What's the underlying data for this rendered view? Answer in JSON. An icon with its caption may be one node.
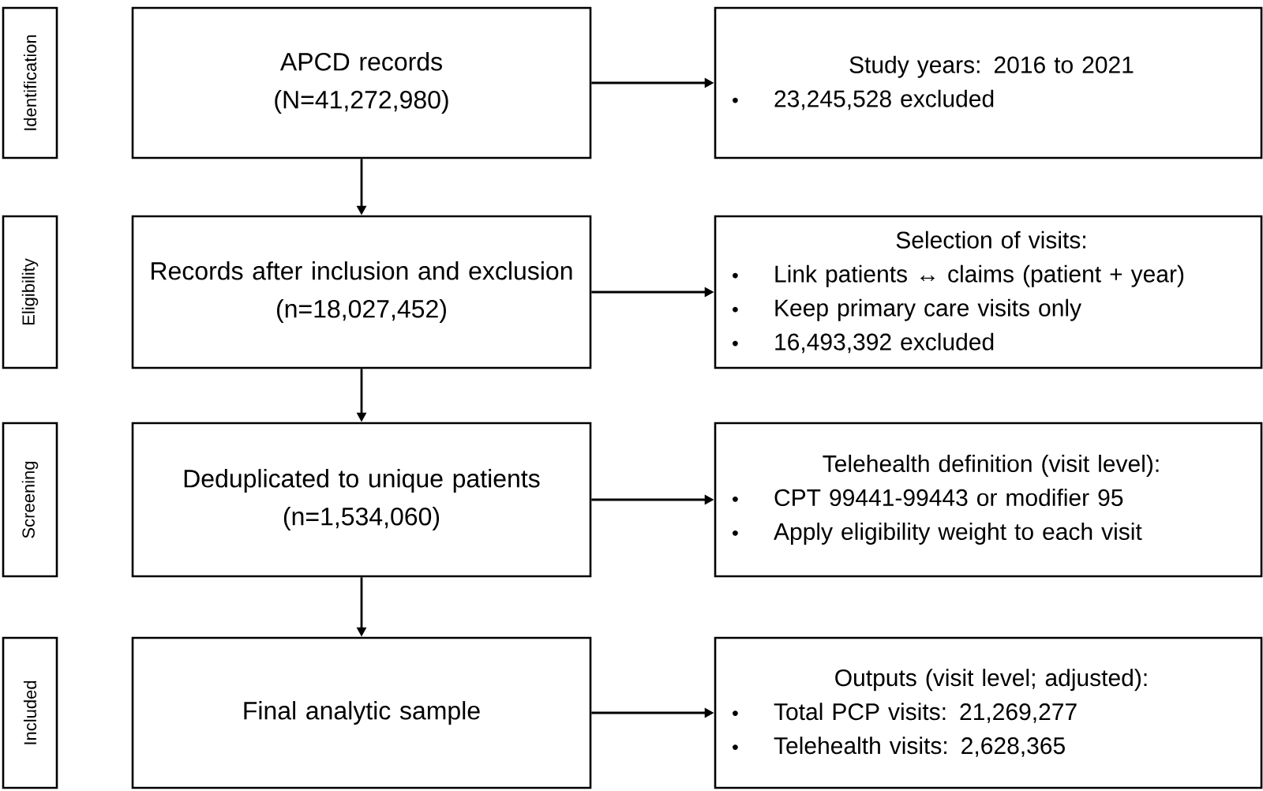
{
  "diagram": {
    "nodes": [
      {
        "text": [
          "Identification"
        ]
      },
      {
        "text": [
          "Eligibility"
        ]
      },
      {
        "text": [
          "Screening"
        ]
      },
      {
        "text": [
          "Included"
        ]
      },
      {
        "text": [
          "APCD records",
          "(N=41,272,980)"
        ]
      },
      {
        "text": [
          "Records after inclusion and exclusion",
          "(n=18,027,452)"
        ]
      },
      {
        "text": [
          "Deduplicated to unique patients",
          "(n=1,534,060)"
        ]
      },
      {
        "text": [
          "Final analytic sample"
        ]
      },
      {
        "text": [
          "Study years: 2016 to 2021",
          "23,245,528 excluded"
        ]
      },
      {
        "text": [
          "Selection of visits:",
          "Link patients ↔ claims (patient + year)",
          "Keep primary care visits only",
          "16,493,392 excluded"
        ]
      },
      {
        "text": [
          "Telehealth definition (visit level):",
          "CPT 99441-99443 or modifier 95",
          "Apply eligibility weight to each visit"
        ]
      },
      {
        "text": [
          "Outputs (visit level; adjusted):",
          "Total PCP visits: 21,269,277",
          "Telehealth visits: 2,628,365"
        ]
      }
    ],
    "edges": [
      {
        "from": 4,
        "to": 5,
        "arrow": "to"
      },
      {
        "from": 5,
        "to": 6,
        "arrow": "to"
      },
      {
        "from": 6,
        "to": 7,
        "arrow": "to"
      },
      {
        "from": 4,
        "to": 8,
        "arrow": "to"
      },
      {
        "from": 5,
        "to": 9,
        "arrow": "to"
      },
      {
        "from": 6,
        "to": 10,
        "arrow": "to"
      },
      {
        "from": 7,
        "to": 11,
        "arrow": "to"
      }
    ]
  }
}
